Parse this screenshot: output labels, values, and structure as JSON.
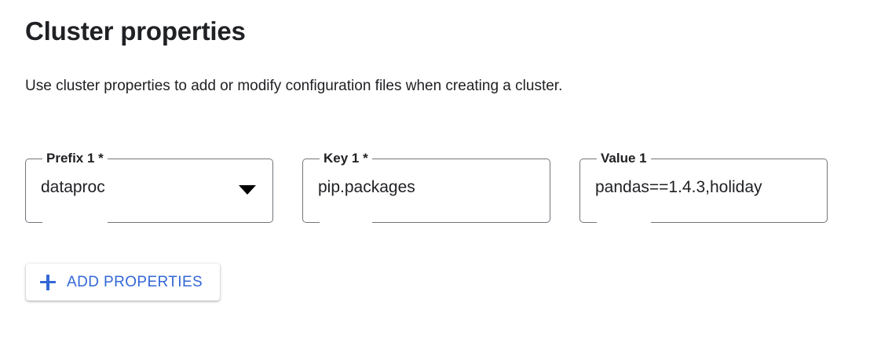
{
  "section": {
    "title": "Cluster properties",
    "description": "Use cluster properties to add or modify configuration files when creating a cluster."
  },
  "colors": {
    "accent_blue": "#3367d6",
    "text_primary": "#202124",
    "field_border": "#70757a",
    "background": "#ffffff"
  },
  "fields": [
    {
      "label": "Prefix 1 *",
      "value": "dataproc",
      "type": "select",
      "required": true,
      "icon": "dropdown-arrow-icon"
    },
    {
      "label": "Key 1 *",
      "value": "pip.packages",
      "type": "text",
      "required": true
    },
    {
      "label": "Value 1",
      "value": "pandas==1.4.3,holiday",
      "type": "text",
      "required": false
    }
  ],
  "add_button": {
    "label": "ADD PROPERTIES",
    "icon": "plus-icon"
  }
}
